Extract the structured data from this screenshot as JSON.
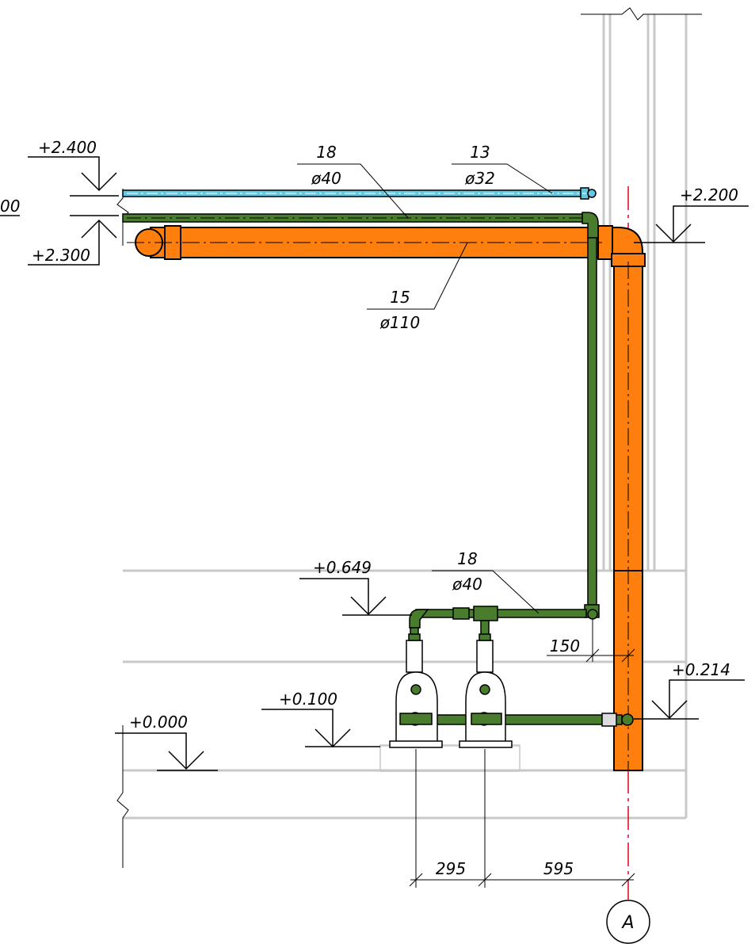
{
  "colors": {
    "background": "#ffffff",
    "line": "#000000",
    "wall": "#c8c8c8",
    "pipe_sewer": "#ff7f0e",
    "pipe_supply": "#4a7c2e",
    "pipe_cold": "#64c8e0",
    "axis": "#e0001b"
  },
  "elevations": {
    "e_2400": "+2.400",
    "e_2300": "+2.300",
    "e_2300_cut": "00",
    "e_2200": "+2.200",
    "e_0649": "+0.649",
    "e_0214": "+0.214",
    "e_0100": "+0.100",
    "e_0000": "+0.000"
  },
  "pipe_labels": {
    "top_supply": {
      "num": "18",
      "dia": "ø40"
    },
    "top_cold": {
      "num": "13",
      "dia": "ø32"
    },
    "sewer": {
      "num": "15",
      "dia": "ø110"
    },
    "lower_supply": {
      "num": "18",
      "dia": "ø40"
    }
  },
  "dimensions": {
    "d150": "150",
    "d295": "295",
    "d595": "595"
  },
  "axis_marker": "A"
}
